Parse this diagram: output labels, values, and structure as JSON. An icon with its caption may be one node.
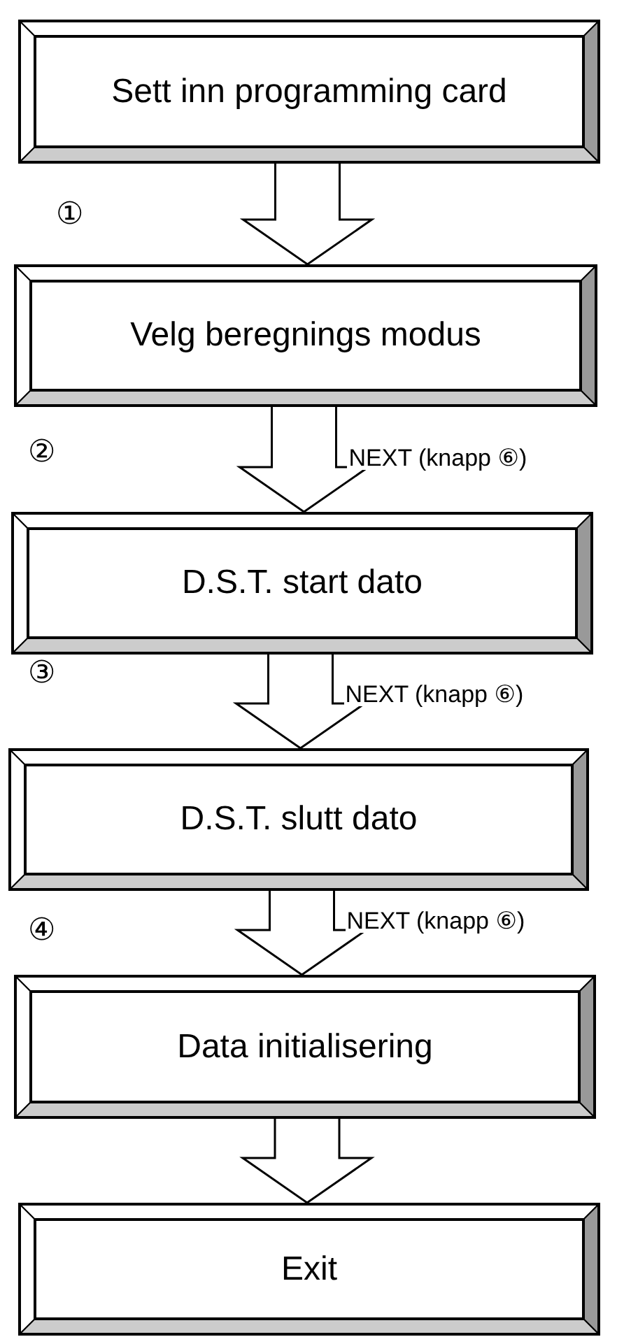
{
  "diagram": {
    "nodes": [
      {
        "text": [
          "Sett inn programming card"
        ]
      },
      {
        "text": [
          "Velg beregnings modus"
        ]
      },
      {
        "text": [
          "D.S.T. start dato"
        ]
      },
      {
        "text": [
          "D.S.T. slutt dato"
        ]
      },
      {
        "text": [
          "Data initialisering"
        ]
      },
      {
        "text": [
          "Exit"
        ]
      }
    ],
    "edges": [
      {
        "from": 0,
        "to": 1,
        "arrow": "to"
      },
      {
        "from": 1,
        "to": 2,
        "arrow": "to",
        "label": "NEXT (knapp ⑥)"
      },
      {
        "from": 2,
        "to": 3,
        "arrow": "to",
        "label": "NEXT (knapp ⑥)"
      },
      {
        "from": 3,
        "to": 4,
        "arrow": "to",
        "label": "NEXT (knapp ⑥)"
      },
      {
        "from": 4,
        "to": 5,
        "arrow": "to"
      }
    ],
    "labels": [
      "①",
      "②",
      "③",
      "④"
    ]
  }
}
